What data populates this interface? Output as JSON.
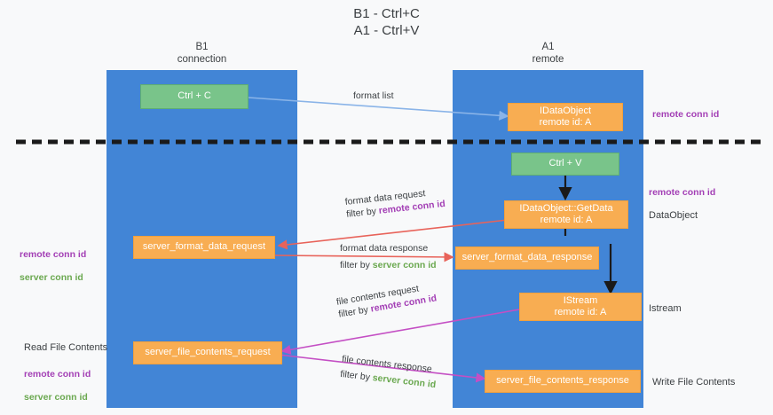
{
  "title": "B1 - Ctrl+C\nA1 - Ctrl+V",
  "lanes": [
    {
      "name": "b1",
      "header": "B1\nconnection"
    },
    {
      "name": "a1",
      "header": "A1\nremote"
    }
  ],
  "nodes": [
    {
      "name": "ctrl-c",
      "text": "Ctrl + C",
      "color": "green"
    },
    {
      "name": "idataobject",
      "text": "IDataObject\nremote id: A",
      "color": "orange"
    },
    {
      "name": "ctrl-v",
      "text": "Ctrl + V",
      "color": "green"
    },
    {
      "name": "idataobject-getdata",
      "text": "IDataObject::GetData\nremote id: A",
      "color": "orange"
    },
    {
      "name": "server-format-data-request",
      "text": "server_format_data_request",
      "color": "orange"
    },
    {
      "name": "server-format-data-response",
      "text": "server_format_data_response",
      "color": "orange"
    },
    {
      "name": "istream",
      "text": "IStream\nremote id: A",
      "color": "orange"
    },
    {
      "name": "server-file-contents-request",
      "text": "server_file_contents_request",
      "color": "orange"
    },
    {
      "name": "server-file-contents-response",
      "text": "server_file_contents_response",
      "color": "orange"
    }
  ],
  "edges": [
    {
      "name": "format-list",
      "line1": "format list",
      "line2": null,
      "highlight": null
    },
    {
      "name": "format-data-request",
      "line1": "format data request",
      "line2_prefix": "filter by ",
      "line2_key": "remote conn id",
      "highlight": "purple"
    },
    {
      "name": "format-data-response",
      "line1": "format data response",
      "line2_prefix": "filter by ",
      "line2_key": "server conn id",
      "highlight": "green"
    },
    {
      "name": "file-contents-request",
      "line1": "file contents request",
      "line2_prefix": "filter by ",
      "line2_key": "remote conn id",
      "highlight": "purple"
    },
    {
      "name": "file-contents-response",
      "line1": "file contents response",
      "line2_prefix": "filter by ",
      "line2_key": "server conn id",
      "highlight": "green"
    }
  ],
  "annotations": {
    "remote_conn_id_top": "remote conn id",
    "remote_conn_id_mid": "remote conn id",
    "data_object": "DataObject",
    "istream": "Istream",
    "write_file_contents": "Write File Contents",
    "read_file_contents": "Read File Contents",
    "left_ids_mid": "remote conn id\nserver conn id",
    "left_ids_bottom": "remote conn id\nserver conn id",
    "remote_conn_id_label": "remote conn id",
    "server_conn_id_label": "server conn id"
  },
  "colors": {
    "lane": "#4285d6",
    "green_node": "#79c48a",
    "orange_node": "#f8ad52",
    "purple": "#a33fb5",
    "green_text": "#6aa84f",
    "blue_arrow": "#8ab4e8",
    "red_arrow": "#e8635a",
    "magenta_arrow": "#c44fc4",
    "dark_arrow": "#1a1a1a",
    "divider": "#1a1a1a",
    "background": "#f8f9fa"
  }
}
